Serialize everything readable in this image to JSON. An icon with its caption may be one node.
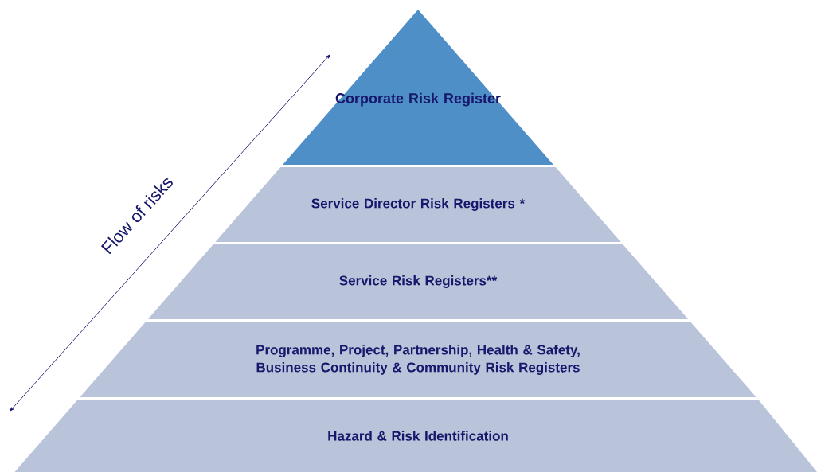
{
  "diagram": {
    "nodes": [
      {
        "text": [
          "Corporate Risk Register"
        ]
      },
      {
        "text": [
          "Service Director Risk Registers *"
        ]
      },
      {
        "text": [
          "Service Risk Registers**"
        ]
      },
      {
        "text": [
          "Programme, Project, Partnership, Health & Safety, Business Continuity & Community Risk Registers"
        ]
      },
      {
        "text": [
          "Hazard & Risk Identification"
        ]
      }
    ],
    "edges": [],
    "labels": [
      "Flow of risks"
    ]
  }
}
